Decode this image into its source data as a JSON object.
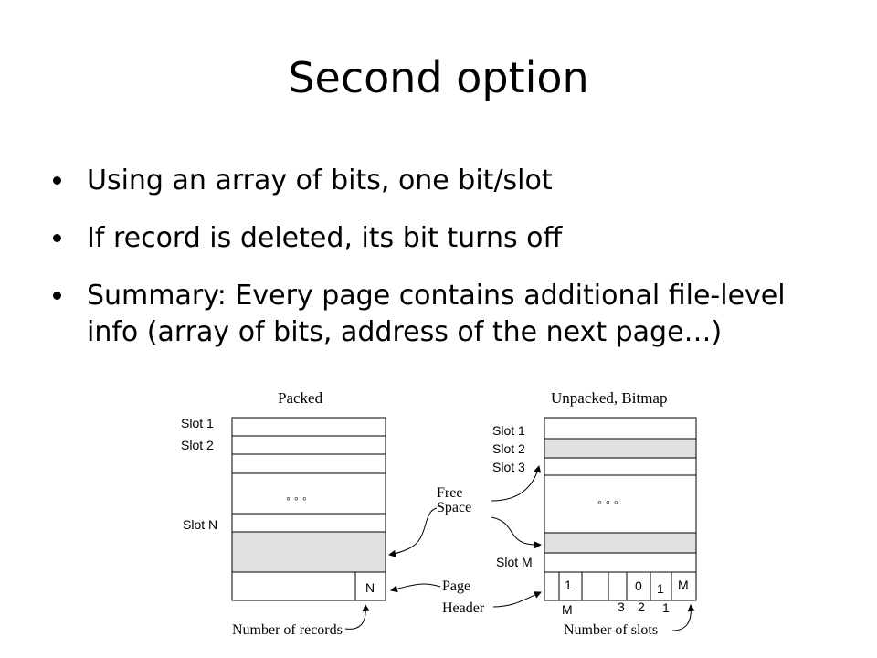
{
  "slide": {
    "title": "Second option",
    "bullets": [
      "Using an array of bits, one bit/slot",
      "If record is deleted, its bit turns off",
      "Summary: Every page contains additional file-level info (array of bits, address of the next page…)"
    ]
  },
  "figure": {
    "packed": {
      "caption": "Packed",
      "slot1": "Slot 1",
      "slot2": "Slot 2",
      "slotN": "Slot N",
      "dots": "◦ ◦ ◦",
      "count": "N",
      "footer": "Number of records"
    },
    "unpacked": {
      "caption": "Unpacked, Bitmap",
      "slot1": "Slot 1",
      "slot2": "Slot 2",
      "slot3": "Slot 3",
      "slotM": "Slot M",
      "dots": "◦ ◦ ◦",
      "bits": [
        "1",
        "0",
        "1"
      ],
      "count": "M",
      "bitIndexes": [
        "M",
        "3",
        "2",
        "1"
      ],
      "footer": "Number of slots"
    },
    "freeSpace": [
      "Free",
      "Space"
    ],
    "pageHeader": [
      "Page",
      "Header"
    ],
    "colors": {
      "freeFill": "#e0e0e0",
      "stroke": "#000000"
    }
  }
}
